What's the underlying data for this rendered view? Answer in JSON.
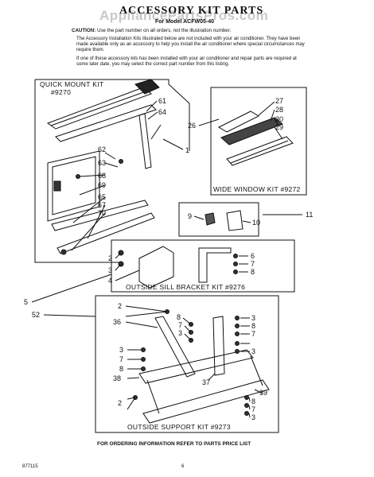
{
  "header": {
    "title": "ACCESSORY KIT PARTS",
    "subtitle": "For Model ACFW05-40",
    "watermark": "AppliancePartsPros.com"
  },
  "notes": {
    "caution_label": "CAUTION:",
    "caution_text": "Use the part number on all orders, not the illustration number.",
    "paragraph2": "The Accessory Installation Kits illustrated below are not included with your air conditioner. They have been made available only as an accessory to help you install the air conditioner where special circumstances may require them.",
    "paragraph3": "If one of these accessory kits has been installed with your air conditioner and repair parts are required at some later date, you may select the correct part number from this listing."
  },
  "kits": {
    "quick_mount": {
      "name": "QUICK MOUNT KIT",
      "number": "#9270"
    },
    "wide_window": {
      "label": "WIDE WINDOW KIT #9272"
    },
    "outside_sill": {
      "label": "OUTSIDE SILL BRACKET KIT #9276"
    },
    "outside_support": {
      "label": "OUTSIDE SUPPORT KIT #9273"
    }
  },
  "callouts": {
    "qm": [
      "61",
      "64",
      "62",
      "63",
      "68",
      "69",
      "65",
      "67",
      "70"
    ],
    "ww": [
      "27",
      "28",
      "30",
      "29",
      "26"
    ],
    "right": [
      "1",
      "11"
    ],
    "small": [
      "9",
      "10"
    ],
    "sill_left": [
      "2",
      "3",
      "4"
    ],
    "sill_right": [
      "6",
      "7",
      "8"
    ],
    "left": [
      "5",
      "52"
    ],
    "support": [
      "2",
      "36",
      "8",
      "7",
      "3",
      "3",
      "7",
      "8",
      "38",
      "3",
      "8",
      "7",
      "3",
      "37",
      "39",
      "8",
      "7",
      "3",
      "2"
    ]
  },
  "footer": {
    "ordering": "FOR ORDERING INFORMATION REFER TO PARTS PRICE LIST",
    "page": "6",
    "doc": "877115"
  }
}
